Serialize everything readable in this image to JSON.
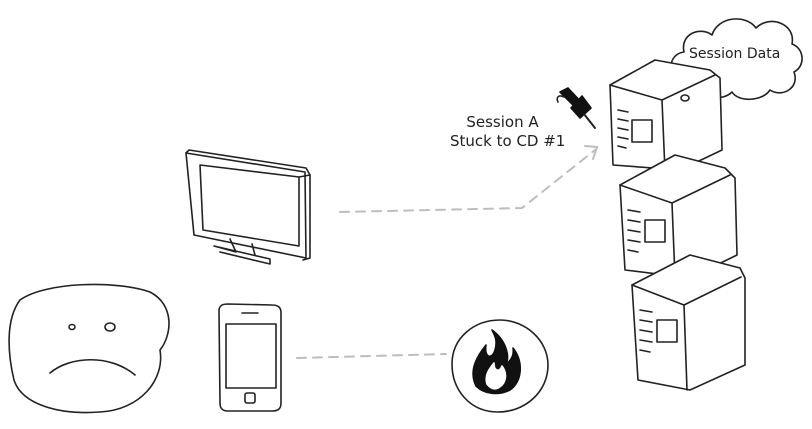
{
  "annotation": {
    "line1": "Session A",
    "line2": "Stuck to CD #1"
  },
  "cloud": {
    "label": "Session Data"
  },
  "icons": {
    "sad_face": "sad-face-icon",
    "monitor": "monitor-icon",
    "phone": "smartphone-icon",
    "fire": "fire-icon",
    "pin": "pushpin-icon",
    "cloud": "cloud-icon",
    "server": "server-cube-icon"
  },
  "colors": {
    "stroke": "#222222",
    "dashed_link": "#bdbdbd",
    "fire": "#111111"
  }
}
